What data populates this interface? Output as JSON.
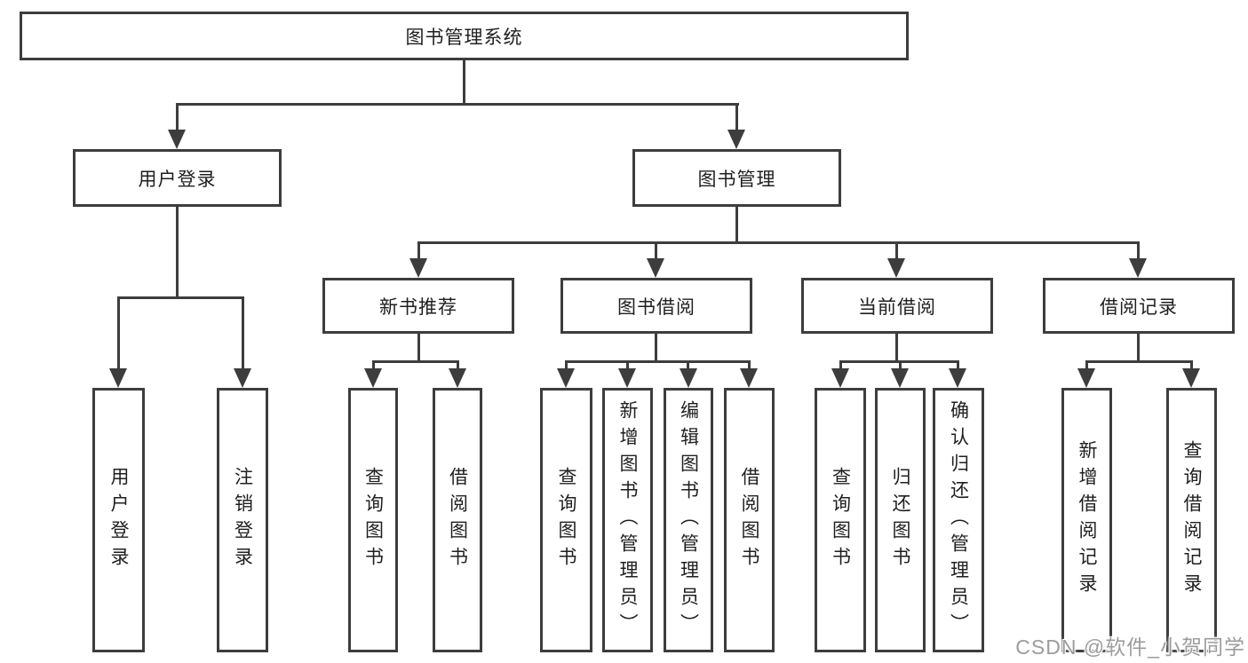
{
  "tree": {
    "root": {
      "label": "图书管理系统",
      "children": [
        {
          "label": "用户登录",
          "children": [
            {
              "label": "用户登录"
            },
            {
              "label": "注销登录"
            }
          ]
        },
        {
          "label": "图书管理",
          "children": [
            {
              "label": "新书推荐",
              "children": [
                {
                  "label": "查询图书"
                },
                {
                  "label": "借阅图书"
                }
              ]
            },
            {
              "label": "图书借阅",
              "children": [
                {
                  "label": "查询图书"
                },
                {
                  "label": "新增图书（管理员）"
                },
                {
                  "label": "编辑图书（管理员）"
                },
                {
                  "label": "借阅图书"
                }
              ]
            },
            {
              "label": "当前借阅",
              "children": [
                {
                  "label": "查询图书"
                },
                {
                  "label": "归还图书"
                },
                {
                  "label": "确认归还（管理员）"
                }
              ]
            },
            {
              "label": "借阅记录",
              "children": [
                {
                  "label": "新增借阅记录"
                },
                {
                  "label": "查询借阅记录"
                }
              ]
            }
          ]
        }
      ]
    }
  },
  "watermark": {
    "text": "CSDN @软件_小贺同学"
  },
  "colors": {
    "border": "#3d3d3d",
    "line": "#3d3d3d",
    "text": "#1f1f1f",
    "watermark": "#9c9c9c",
    "bg": "#ffffff"
  }
}
